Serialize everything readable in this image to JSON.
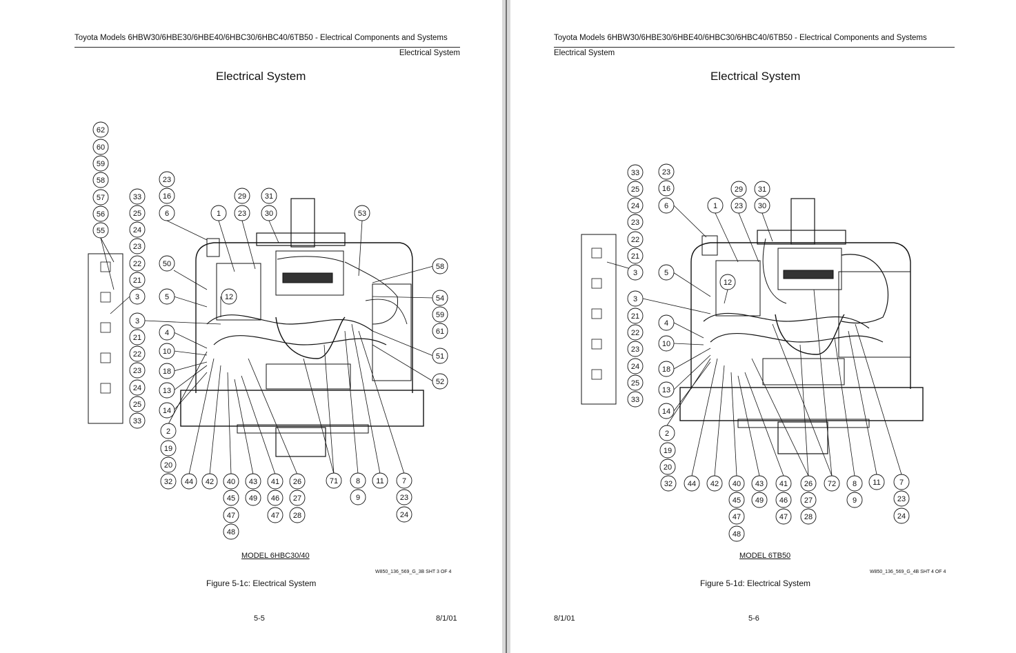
{
  "left_page": {
    "header_line1": "Toyota Models 6HBW30/6HBE30/6HBE40/6HBC30/6HBC40/6TB50  - Electrical Components and Systems",
    "header_line2": "Electrical System",
    "title": "Electrical System",
    "model_label": "MODEL 6HBC30/40",
    "drawing_ref": "W850_136_569_G_3B SHT 3 OF 4",
    "caption": "Figure 5-1c:  Electrical System",
    "page_number": "5-5",
    "date": "8/1/01",
    "callouts": [
      "62",
      "60",
      "59",
      "58",
      "57",
      "56",
      "55",
      "33",
      "25",
      "24",
      "23",
      "22",
      "21",
      "3",
      "23",
      "16",
      "6",
      "29",
      "23",
      "31",
      "30",
      "1",
      "53",
      "50",
      "5",
      "12",
      "58",
      "54",
      "59",
      "61",
      "3",
      "21",
      "22",
      "23",
      "24",
      "25",
      "33",
      "4",
      "10",
      "18",
      "13",
      "14",
      "51",
      "52",
      "2",
      "19",
      "20",
      "32",
      "44",
      "42",
      "40",
      "45",
      "47",
      "48",
      "43",
      "49",
      "41",
      "46",
      "47",
      "26",
      "27",
      "28",
      "71",
      "8",
      "9",
      "11",
      "7",
      "23",
      "24"
    ]
  },
  "right_page": {
    "header_line1": "Toyota Models 6HBW30/6HBE30/6HBE40/6HBC30/6HBC40/6TB50  - Electrical Components and Systems",
    "header_line2": "Electrical System",
    "title": "Electrical System",
    "model_label": "MODEL  6TB50",
    "drawing_ref": "W850_136_569_G_4B SHT 4 OF 4",
    "caption": "Figure 5-1d:  Electrical System",
    "page_number": "5-6",
    "date": "8/1/01",
    "callouts": [
      "33",
      "25",
      "24",
      "23",
      "22",
      "21",
      "3",
      "23",
      "16",
      "6",
      "29",
      "23",
      "31",
      "30",
      "1",
      "12",
      "5",
      "3",
      "21",
      "22",
      "23",
      "24",
      "25",
      "33",
      "4",
      "10",
      "18",
      "13",
      "14",
      "2",
      "19",
      "20",
      "32",
      "44",
      "42",
      "40",
      "45",
      "47",
      "48",
      "43",
      "49",
      "41",
      "46",
      "47",
      "26",
      "27",
      "28",
      "72",
      "8",
      "9",
      "11",
      "7",
      "23",
      "24"
    ]
  },
  "colors": {
    "ink": "#111111",
    "divider": "#d8d8d8",
    "paper": "#ffffff"
  }
}
